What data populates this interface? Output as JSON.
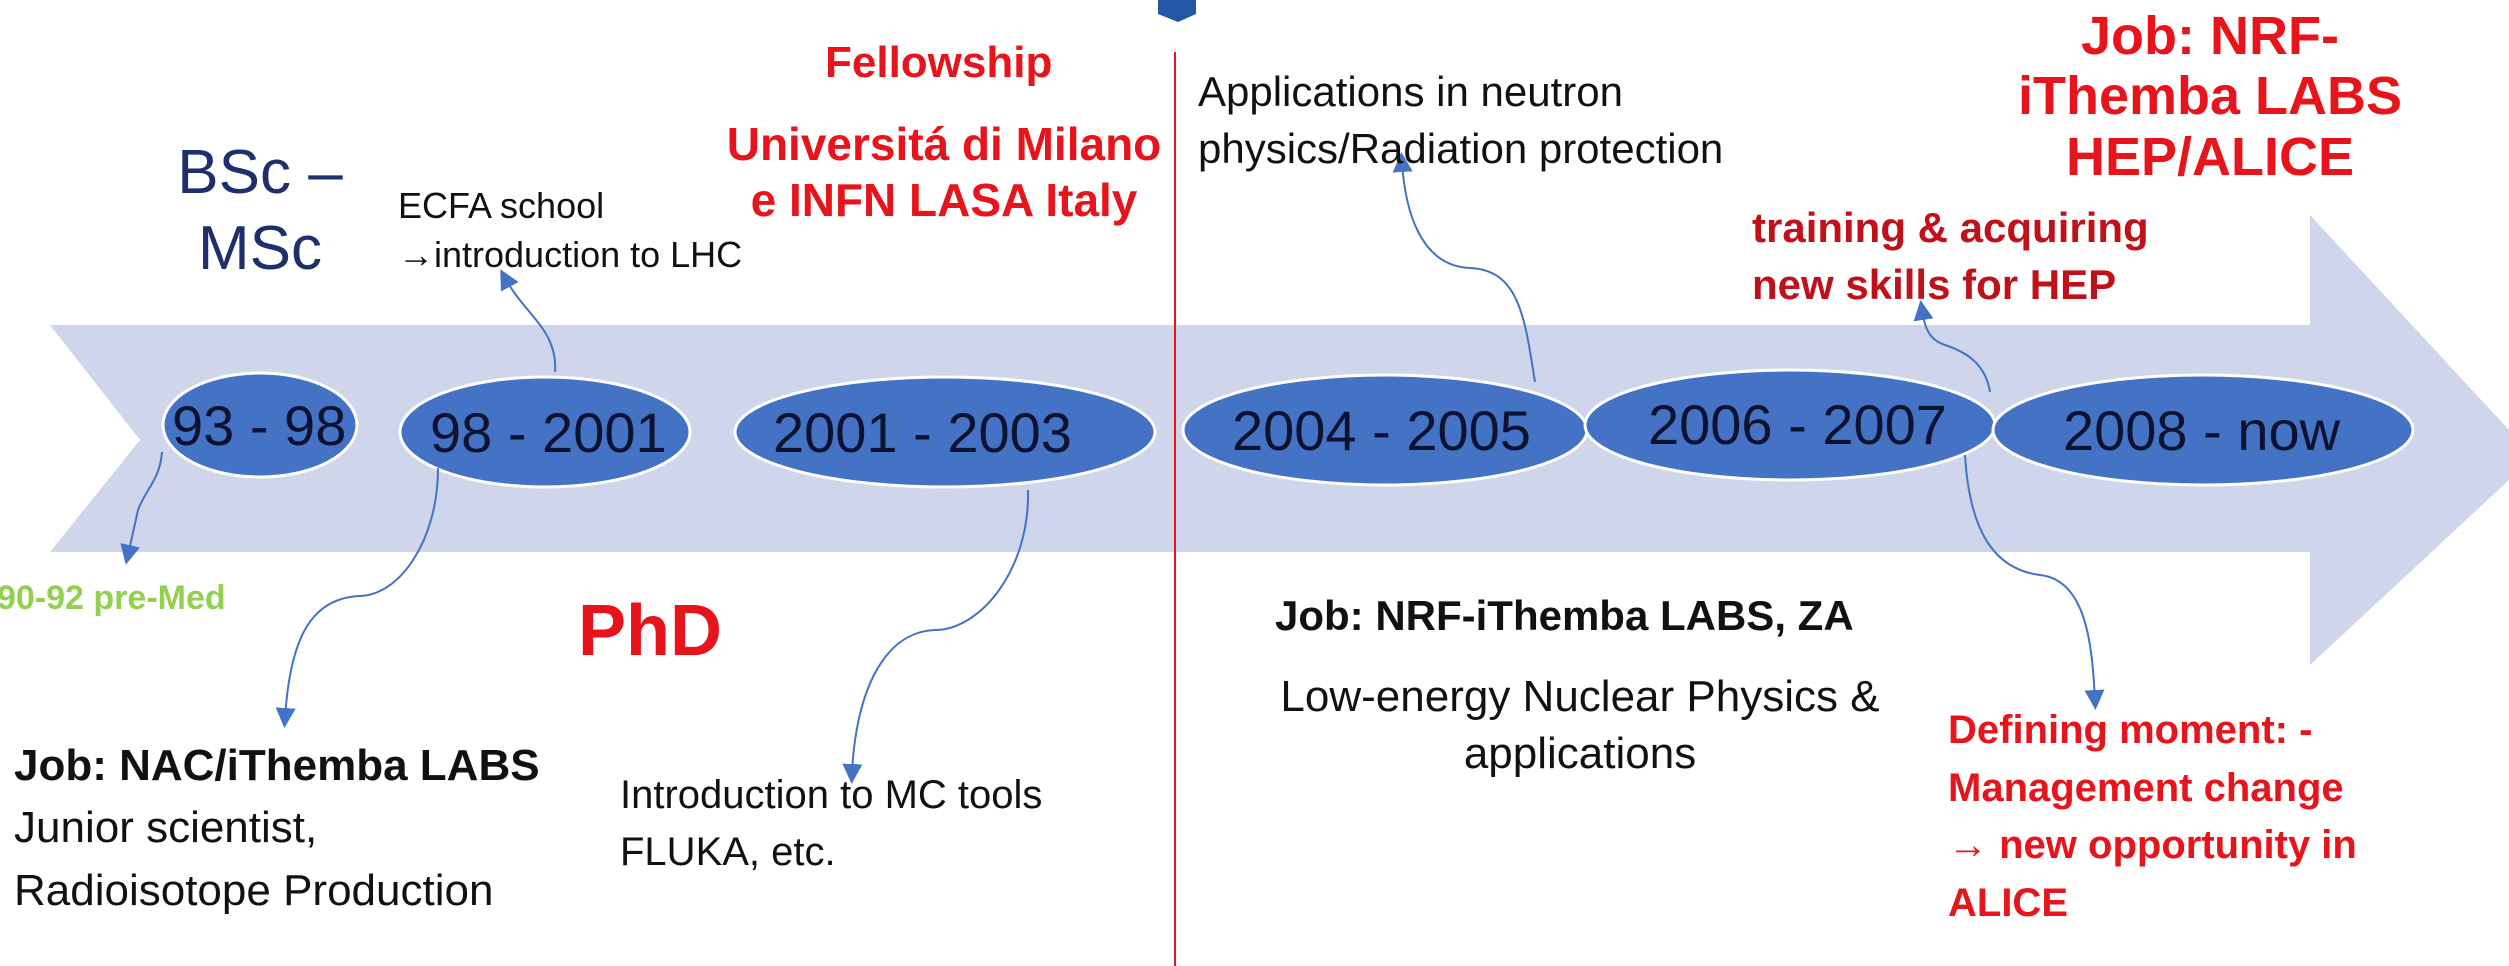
{
  "periods": [
    {
      "label": "93 - 98"
    },
    {
      "label": "98 - 2001"
    },
    {
      "label": "2001 - 2003"
    },
    {
      "label": "2004 - 2005"
    },
    {
      "label": "2006 - 2007"
    },
    {
      "label": "2008 - now"
    }
  ],
  "annotations": {
    "bsc_msc": {
      "line1": "BSc –",
      "line2": "MSc"
    },
    "ecfa": {
      "line1": "ECFA school",
      "line2": "→introduction to LHC"
    },
    "fellowship": {
      "title": "Fellowship",
      "line1": "Universitá di Milano",
      "line2": "e INFN LASA Italy"
    },
    "neutron": {
      "line1": "Applications in neutron",
      "line2": "physics/Radiation protection"
    },
    "nrf_hep": {
      "line1": "Job: NRF-",
      "line2": "iThemba LABS",
      "line3": "HEP/ALICE"
    },
    "training": {
      "line1": "training & acquiring",
      "line2": "new skills for HEP"
    },
    "premed": {
      "text": "90-92 pre-Med"
    },
    "phd": {
      "text": "PhD"
    },
    "nac": {
      "title": "Job: NAC/iThemba LABS",
      "line1": "Junior scientist,",
      "line2": "Radioisotope Production"
    },
    "mc_tools": {
      "line1": "Introduction to MC tools",
      "line2": "FLUKA, etc."
    },
    "nrf_za": {
      "title": "Job: NRF-iThemba LABS, ZA",
      "line1": "Low-energy Nuclear Physics &",
      "line2": "applications"
    },
    "defining": {
      "line1": "Defining moment: -",
      "line2": "Management change",
      "line3": "→ new opportunity in",
      "line4": "ALICE"
    }
  },
  "colors": {
    "arrow": "#cfd5ea",
    "ellipse": "#4472c4",
    "ellipse_stroke": "#ffffff",
    "connector": "#4472c4",
    "divider": "#e8141b",
    "highlight_red": "#e8141b",
    "premed_green": "#92d050"
  }
}
